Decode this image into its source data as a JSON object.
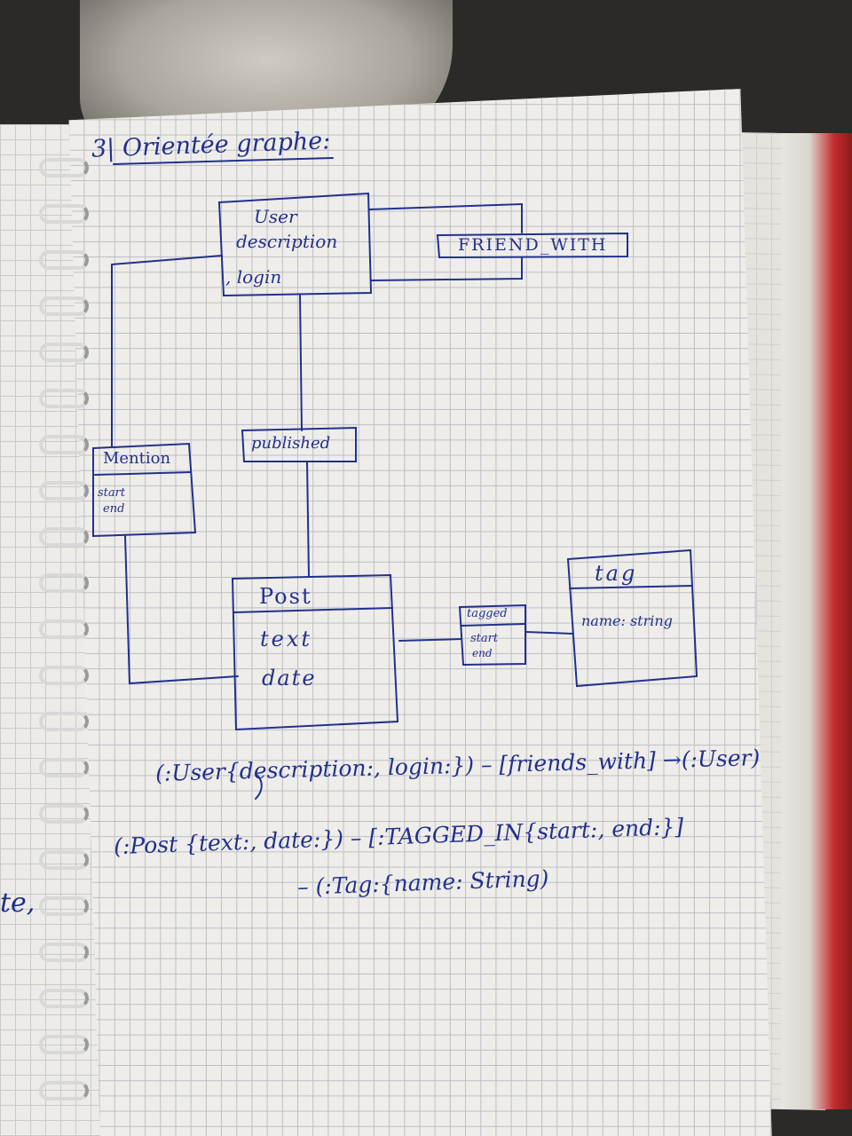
{
  "heading": "3| Orientée graphe:",
  "nodes": {
    "user": {
      "label": "User",
      "attr1": "description",
      "attr2": ", login"
    },
    "mention": {
      "label": "Mention",
      "attr1": "start",
      "attr2": "end"
    },
    "post": {
      "label": "Post",
      "attr1": "text",
      "attr2": "date"
    },
    "tag": {
      "label": "tag",
      "attr1": "name: string"
    }
  },
  "relations": {
    "friend_with": "FRIEND_WITH",
    "published": "published",
    "tagged": "tagged",
    "tagged_attr1": "start",
    "tagged_attr2": "end"
  },
  "queries": {
    "line1": "(:User{description:, login:}) – [friends_with] →(:User)",
    "line2": "(:Post {text:, date:}) – [:TAGGED_IN{start:, end:}]",
    "line3": "– (:Tag:{name: String)"
  },
  "margin_text": "te,",
  "colors": {
    "ink": "#22308e",
    "paper": "#eeede9",
    "grid": "#bdbdc4"
  }
}
